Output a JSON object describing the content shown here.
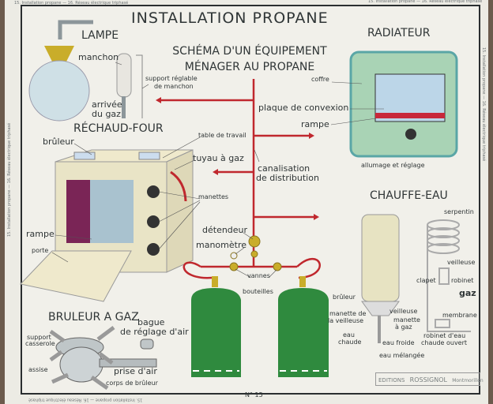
{
  "margin_text": "15. Installation propane — 16. Réseau électrique triphasé",
  "title": "INSTALLATION PROPANE",
  "subtitle": [
    "SCHÉMA D'UN ÉQUIPEMENT",
    "MÉNAGER AU PROPANE"
  ],
  "lampe": {
    "heading": "LAMPE",
    "labels": {
      "manchon": "manchon",
      "support": [
        "support réglable",
        "de manchon"
      ],
      "arrivee": [
        "arrivée",
        "du gaz"
      ]
    }
  },
  "rechaud": {
    "heading": "RÉCHAUD-FOUR",
    "labels": {
      "bruleur": "brûleur",
      "table": "table de travail",
      "tuyau": "tuyau à gaz",
      "manettes": "manettes",
      "rampe": "rampe",
      "porte": "porte"
    }
  },
  "distribution": {
    "canalisation": [
      "canalisation",
      "de distribution"
    ],
    "detendeur": "détendeur",
    "manometre": "manomètre",
    "vannes": "vannes",
    "bouteilles": "bouteilles"
  },
  "radiateur": {
    "heading": "RADIATEUR",
    "labels": {
      "coffre": "coffre",
      "plaque": "plaque de convexion",
      "rampe": "rampe",
      "allumage": "allumage et réglage"
    }
  },
  "chauffe_eau": {
    "heading": "CHAUFFE-EAU",
    "labels": {
      "serpentin": "serpentin",
      "veilleuse": "veilleuse",
      "clapet": "clapet",
      "robinet": "robinet",
      "gaz": "gaz",
      "bruleur": "brûleur",
      "veilleuse2": "veilleuse",
      "manette_veilleuse": [
        "manette de",
        "la veilleuse"
      ],
      "manette_gaz": [
        "manette",
        "à gaz"
      ],
      "eau_chaude": [
        "eau",
        "chaude"
      ],
      "membrane": "membrane",
      "robinet_eau": [
        "robinet d'eau",
        "chaude ouvert"
      ],
      "eau_froide": "eau froide",
      "eau_melangee": "eau mélangée"
    }
  },
  "bruleur_gaz": {
    "heading": "BRULEUR A GAZ",
    "labels": {
      "support": [
        "support",
        "casserole"
      ],
      "assise": "assise",
      "bague": [
        "bague",
        "de réglage d'air"
      ],
      "prise": "prise d'air",
      "corps": "corps de brûleur"
    }
  },
  "footer": {
    "number": "N° 15",
    "publisher": "EDITIONS",
    "brand": "ROSSIGNOL",
    "city": "Montmorillon"
  },
  "colors": {
    "pipe": "#c0282e",
    "bottle": "#2f8a3e",
    "radiator": "#a9d3b5",
    "oven": "#e9e4c6",
    "brass": "#c9ad2a"
  }
}
